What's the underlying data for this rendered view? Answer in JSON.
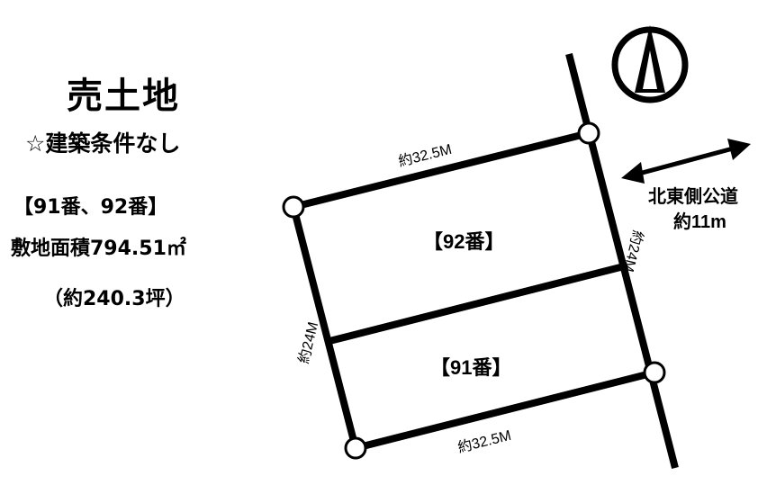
{
  "header": {
    "title": "売土地",
    "condition": "☆建築条件なし",
    "lot_numbers": "【91番、92番】",
    "site_area": "敷地面積794.51㎡",
    "site_area_tsubo": "（約240.3坪）"
  },
  "plan": {
    "lot_upper": "【92番】",
    "lot_lower": "【91番】",
    "top_edge": "約32.5M",
    "bottom_edge": "約32.5M",
    "left_edge": "約24M",
    "right_edge": "約24M",
    "road_name": "北東側公道",
    "road_width": "約11m",
    "north_icon": "north-arrow-icon",
    "line_color": "#000000",
    "background": "#ffffff"
  }
}
